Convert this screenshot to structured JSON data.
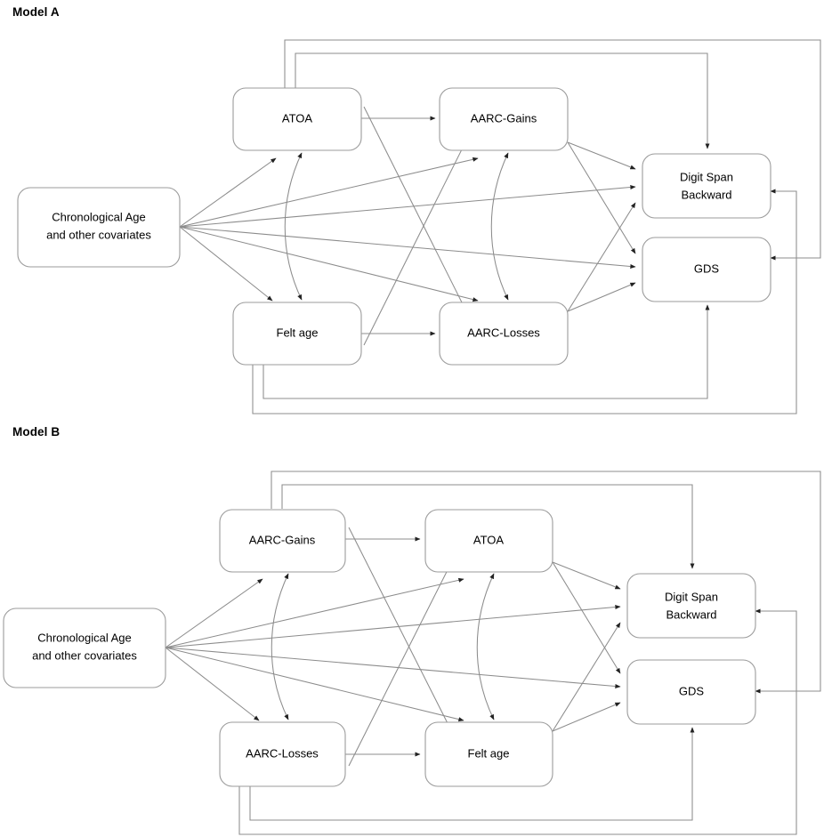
{
  "figure": {
    "type": "path-diagram",
    "background": "#ffffff",
    "edge_color": "#8c8c8c",
    "box_stroke": "#9b9b9b",
    "box_fill": "#ffffff",
    "text_color": "#000000"
  },
  "models": [
    {
      "title": "Model A",
      "nodes": {
        "covariate": {
          "line1": "Chronological Age",
          "line2": "and other covariates"
        },
        "top_left": {
          "label": "ATOA"
        },
        "top_mid": {
          "label": "AARC-Gains"
        },
        "bottom_left": {
          "label": "Felt age"
        },
        "bottom_mid": {
          "label": "AARC-Losses"
        },
        "out_top": {
          "line1": "Digit Span",
          "line2": "Backward"
        },
        "out_bottom": {
          "label": "GDS"
        }
      }
    },
    {
      "title": "Model B",
      "nodes": {
        "covariate": {
          "line1": "Chronological Age",
          "line2": "and other covariates"
        },
        "top_left": {
          "label": "AARC-Gains"
        },
        "top_mid": {
          "label": "ATOA"
        },
        "bottom_left": {
          "label": "AARC-Losses"
        },
        "bottom_mid": {
          "label": "Felt age"
        },
        "out_top": {
          "line1": "Digit Span",
          "line2": "Backward"
        },
        "out_bottom": {
          "label": "GDS"
        }
      }
    }
  ]
}
